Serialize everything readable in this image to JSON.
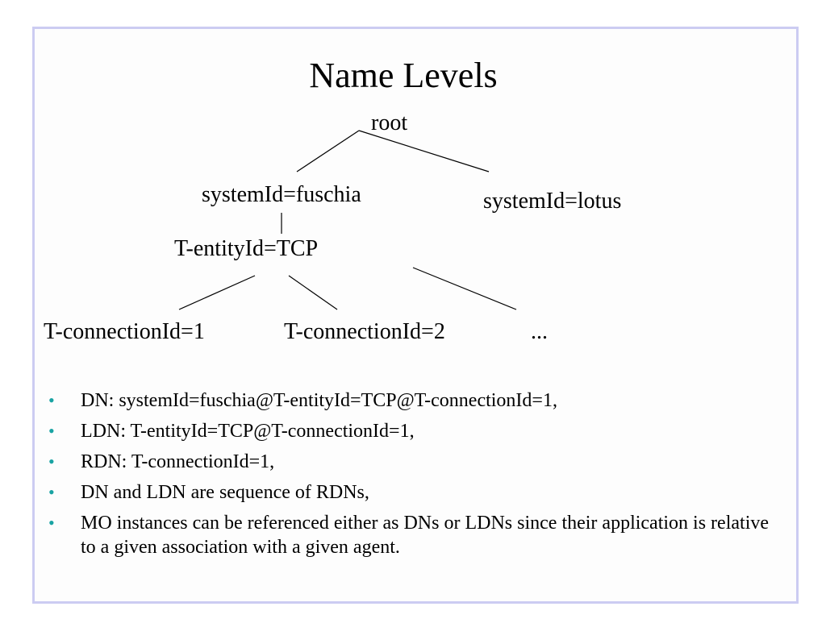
{
  "slide": {
    "title": "Name Levels",
    "border_color": "#ccccf2",
    "bullet_color": "#19a3a3"
  },
  "tree": {
    "root": "root",
    "system_fuschia": "systemId=fuschia",
    "system_lotus": "systemId=lotus",
    "entity_tcp": "T-entityId=TCP",
    "conn_1": "T-connectionId=1",
    "conn_2": "T-connectionId=2",
    "conn_more": "..."
  },
  "bullets": [
    "DN: systemId=fuschia@T-entityId=TCP@T-connectionId=1,",
    "LDN: T-entityId=TCP@T-connectionId=1,",
    "RDN: T-connectionId=1,",
    "DN and LDN are sequence of RDNs,",
    "MO instances can be referenced either as DNs or LDNs since their application is relative to a given association with a given agent."
  ],
  "bullet_symbol": "•"
}
